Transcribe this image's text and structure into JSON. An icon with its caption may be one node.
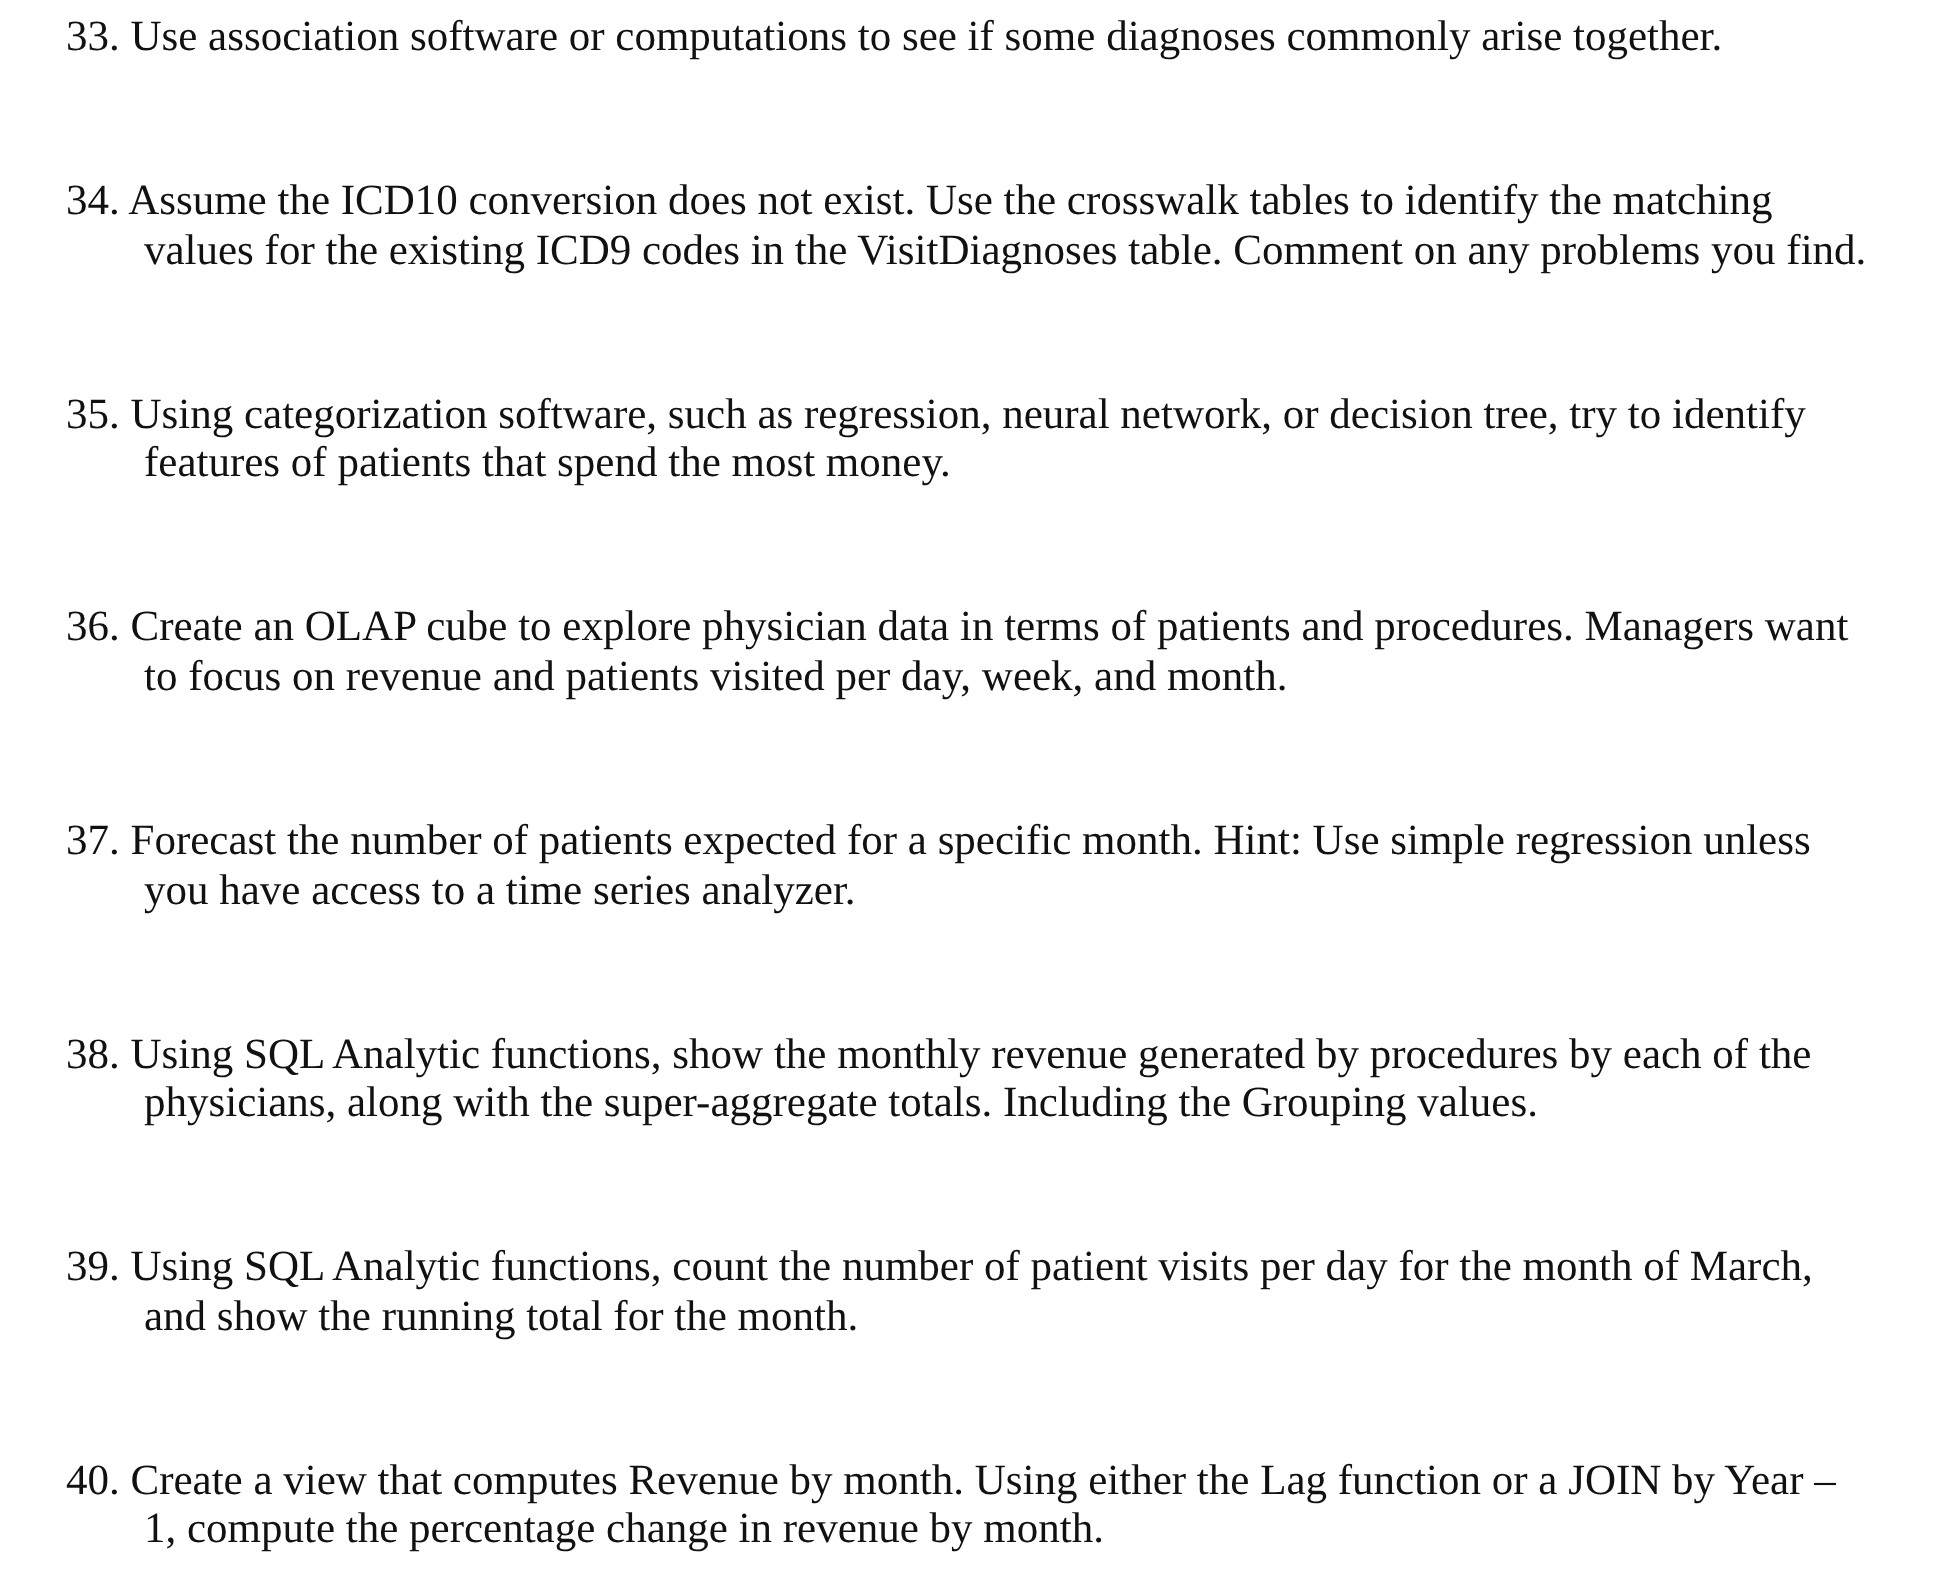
{
  "diagram": {
    "labels": [
      "33. Use association software or computations to see if some diagnoses commonly arise together.",
      "34. Assume the ICD10 conversion does not exist. Use the crosswalk tables to identify the matching values for the existing ICD9 codes in the VisitDiagnoses table. Comment on any problems you find.",
      "35. Using categorization software, such as regression, neural network, or decision tree, try to identify features of patients that spend the most money.",
      "36. Create an OLAP cube to explore physician data in terms of patients and procedures. Managers want to focus on revenue and patients visited per day, week, and month.",
      "37. Forecast the number of patients expected for a specific month. Hint: Use simple regression unless you have access to a time series analyzer.",
      "38. Using SQL Analytic functions, show the monthly revenue generated by procedures by each of the physicians, along with the super-aggregate totals. Including the Grouping values.",
      "39. Using SQL Analytic functions, count the number of patient visits per day for the month of March, and show the running total for the month.",
      "40. Create a view that computes Revenue by month. Using either the Lag function or a JOIN by Year – 1, compute the percentage change in revenue by month."
    ]
  }
}
